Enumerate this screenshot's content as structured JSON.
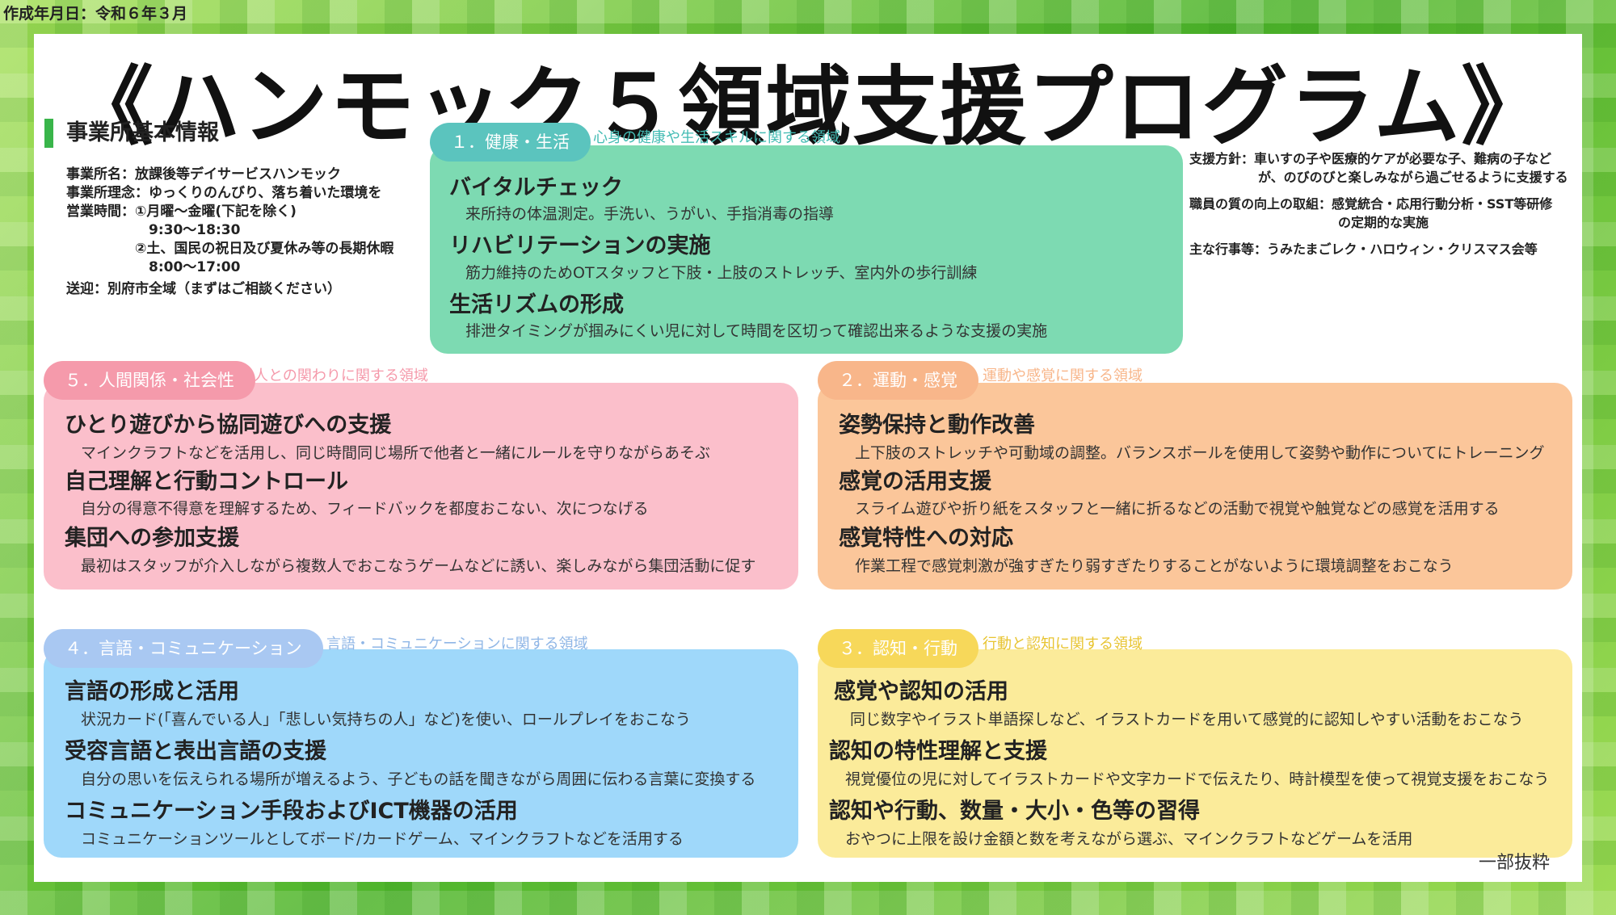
{
  "date_label": "作成年月日：令和６年３月",
  "title": "《ハンモック５領域支援プログラム》",
  "corner_note": "一部抜粋",
  "info": {
    "heading": "事業所基本情報",
    "lines": [
      "事業所名：放課後等デイサービスハンモック",
      "事業所理念：ゆっくりのんびり、落ち着いた環境を",
      "営業時間：①月曜～金曜(下記を除く)",
      "　　　　　　9:30～18:30",
      "　　　　　②土、国民の祝日及び夏休み等の長期休暇",
      "　　　　　　8:00～17:00",
      "送迎：別府市全域（まずはご相談ください）"
    ]
  },
  "right_info": {
    "policy": "支援方針：車いすの子や医療的ケアが必要な子、難病の子など",
    "policy2": "が、のびのびと楽しみながら過ごせるように支援する",
    "staff": "職員の質の向上の取組：感覚統合・応用行動分析・SST等研修",
    "staff2": "の定期的な実施",
    "events": "主な行事等：うみたまごレク・ハロウィン・クリスマス会等"
  },
  "colors": {
    "health": "#7ddab2",
    "health_tab": "#5bc4be",
    "health_note": "#44bcb4",
    "social": "#fbbfcb",
    "social_tab": "#f59aab",
    "social_note": "#f59aab",
    "motor": "#fbc69a",
    "motor_tab": "#f8b68a",
    "motor_note": "#f8b68a",
    "language": "#9fd8fa",
    "language_tab": "#a9c8f2",
    "language_note": "#8fb6e6",
    "cognition": "#fbeb9a",
    "cognition_tab": "#f7d85a",
    "cognition_note": "#e8c430"
  },
  "domains": {
    "health": {
      "tab": "１．健康・生活",
      "note": "心身の健康や生活スキルに関する領域",
      "items": [
        {
          "h": "バイタルチェック",
          "d": "来所持の体温測定。手洗い、うがい、手指消毒の指導"
        },
        {
          "h": "リハビリテーションの実施",
          "d": "筋力維持のためOTスタッフと下肢・上肢のストレッチ、室内外の歩行訓練"
        },
        {
          "h": "生活リズムの形成",
          "d": "排泄タイミングが掴みにくい児に対して時間を区切って確認出来るような支援の実施"
        }
      ]
    },
    "social": {
      "tab": "５．人間関係・社会性",
      "note": "人との関わりに関する領域",
      "items": [
        {
          "h": "ひとり遊びから協同遊びへの支援",
          "d": "マインクラフトなどを活用し、同じ時間同じ場所で他者と一緒にルールを守りながらあそぶ"
        },
        {
          "h": "自己理解と行動コントロール",
          "d": "自分の得意不得意を理解するため、フィードバックを都度おこない、次につなげる"
        },
        {
          "h": "集団への参加支援",
          "d": "最初はスタッフが介入しながら複数人でおこなうゲームなどに誘い、楽しみながら集団活動に促す"
        }
      ]
    },
    "motor": {
      "tab": "２．運動・感覚",
      "note": "運動や感覚に関する領域",
      "items": [
        {
          "h": "姿勢保持と動作改善",
          "d": "上下肢のストレッチや可動域の調整。バランスボールを使用して姿勢や動作についてにトレーニング"
        },
        {
          "h": "感覚の活用支援",
          "d": "スライム遊びや折り紙をスタッフと一緒に折るなどの活動で視覚や触覚などの感覚を活用する"
        },
        {
          "h": "感覚特性への対応",
          "d": "作業工程で感覚刺激が強すぎたり弱すぎたりすることがないように環境調整をおこなう"
        }
      ]
    },
    "language": {
      "tab": "４．言語・コミュニケーション",
      "note": "言語・コミュニケーションに関する領域",
      "items": [
        {
          "h": "言語の形成と活用",
          "d": "状況カード(「喜んでいる人」「悲しい気持ちの人」など)を使い、ロールプレイをおこなう"
        },
        {
          "h": "受容言語と表出言語の支援",
          "d": "自分の思いを伝えられる場所が増えるよう、子どもの話を聞きながら周囲に伝わる言葉に変換する"
        },
        {
          "h": "コミュニケーション手段およびICT機器の活用",
          "d": "コミュニケーションツールとしてボード/カードゲーム、マインクラフトなどを活用する"
        }
      ]
    },
    "cognition": {
      "tab": "３．認知・行動",
      "note": "行動と認知に関する領域",
      "items": [
        {
          "h": "感覚や認知の活用",
          "d": "同じ数字やイラスト単語探しなど、イラストカードを用いて感覚的に認知しやすい活動をおこなう"
        },
        {
          "h": "認知の特性理解と支援",
          "d": "視覚優位の児に対してイラストカードや文字カードで伝えたり、時計模型を使って視覚支援をおこなう"
        },
        {
          "h": "認知や行動、数量・大小・色等の習得",
          "d": "おやつに上限を設け金額と数を考えながら選ぶ、マインクラフトなどゲームを活用"
        }
      ]
    }
  }
}
